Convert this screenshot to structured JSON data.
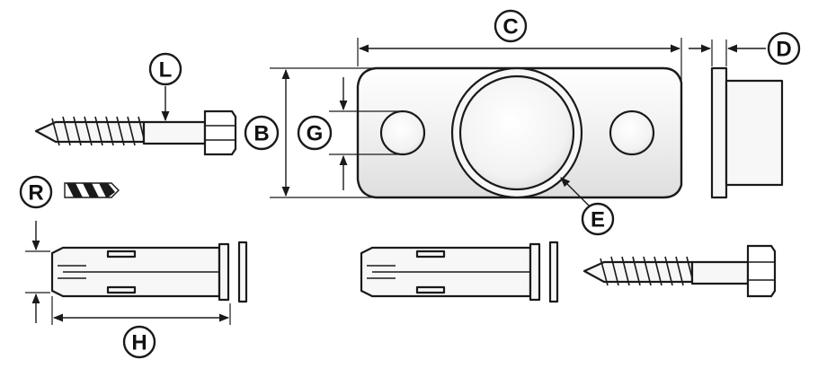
{
  "labels": {
    "C": "C",
    "D": "D",
    "L": "L",
    "B": "B",
    "G": "G",
    "E": "E",
    "R": "R",
    "H": "H"
  },
  "colors": {
    "line": "#1a1a1a",
    "background": "#ffffff",
    "plate_fill": "#f2f2f2"
  }
}
